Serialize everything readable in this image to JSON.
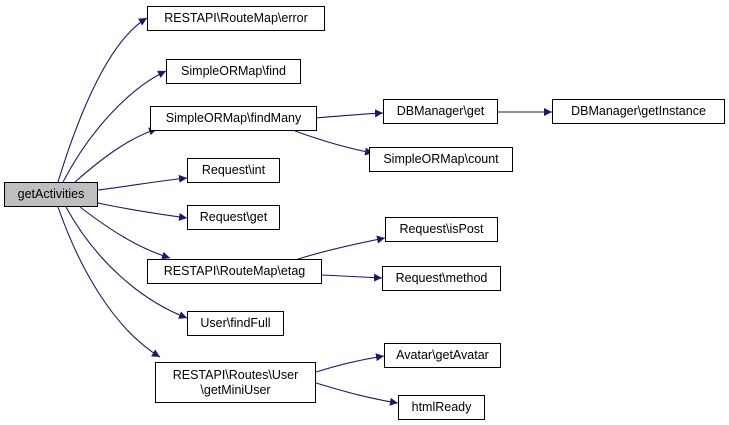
{
  "root": {
    "label": "getActivities"
  },
  "nodes": {
    "error": {
      "label": "RESTAPI\\RouteMap\\error"
    },
    "find": {
      "label": "SimpleORMap\\find"
    },
    "findMany": {
      "label": "SimpleORMap\\findMany"
    },
    "dbGet": {
      "label": "DBManager\\get"
    },
    "dbGetInstance": {
      "label": "DBManager\\getInstance"
    },
    "count": {
      "label": "SimpleORMap\\count"
    },
    "reqInt": {
      "label": "Request\\int"
    },
    "reqGet": {
      "label": "Request\\get"
    },
    "isPost": {
      "label": "Request\\isPost"
    },
    "etag": {
      "label": "RESTAPI\\RouteMap\\etag"
    },
    "method": {
      "label": "Request\\method"
    },
    "findFull": {
      "label": "User\\findFull"
    },
    "miniUser": {
      "line1": "RESTAPI\\Routes\\User",
      "line2": "\\getMiniUser"
    },
    "getAvatar": {
      "label": "Avatar\\getAvatar"
    },
    "htmlReady": {
      "label": "htmlReady"
    }
  },
  "colors": {
    "edge": "#191970",
    "root_fill": "#bfbfbf",
    "node_fill": "#ffffff",
    "border": "#000000"
  }
}
